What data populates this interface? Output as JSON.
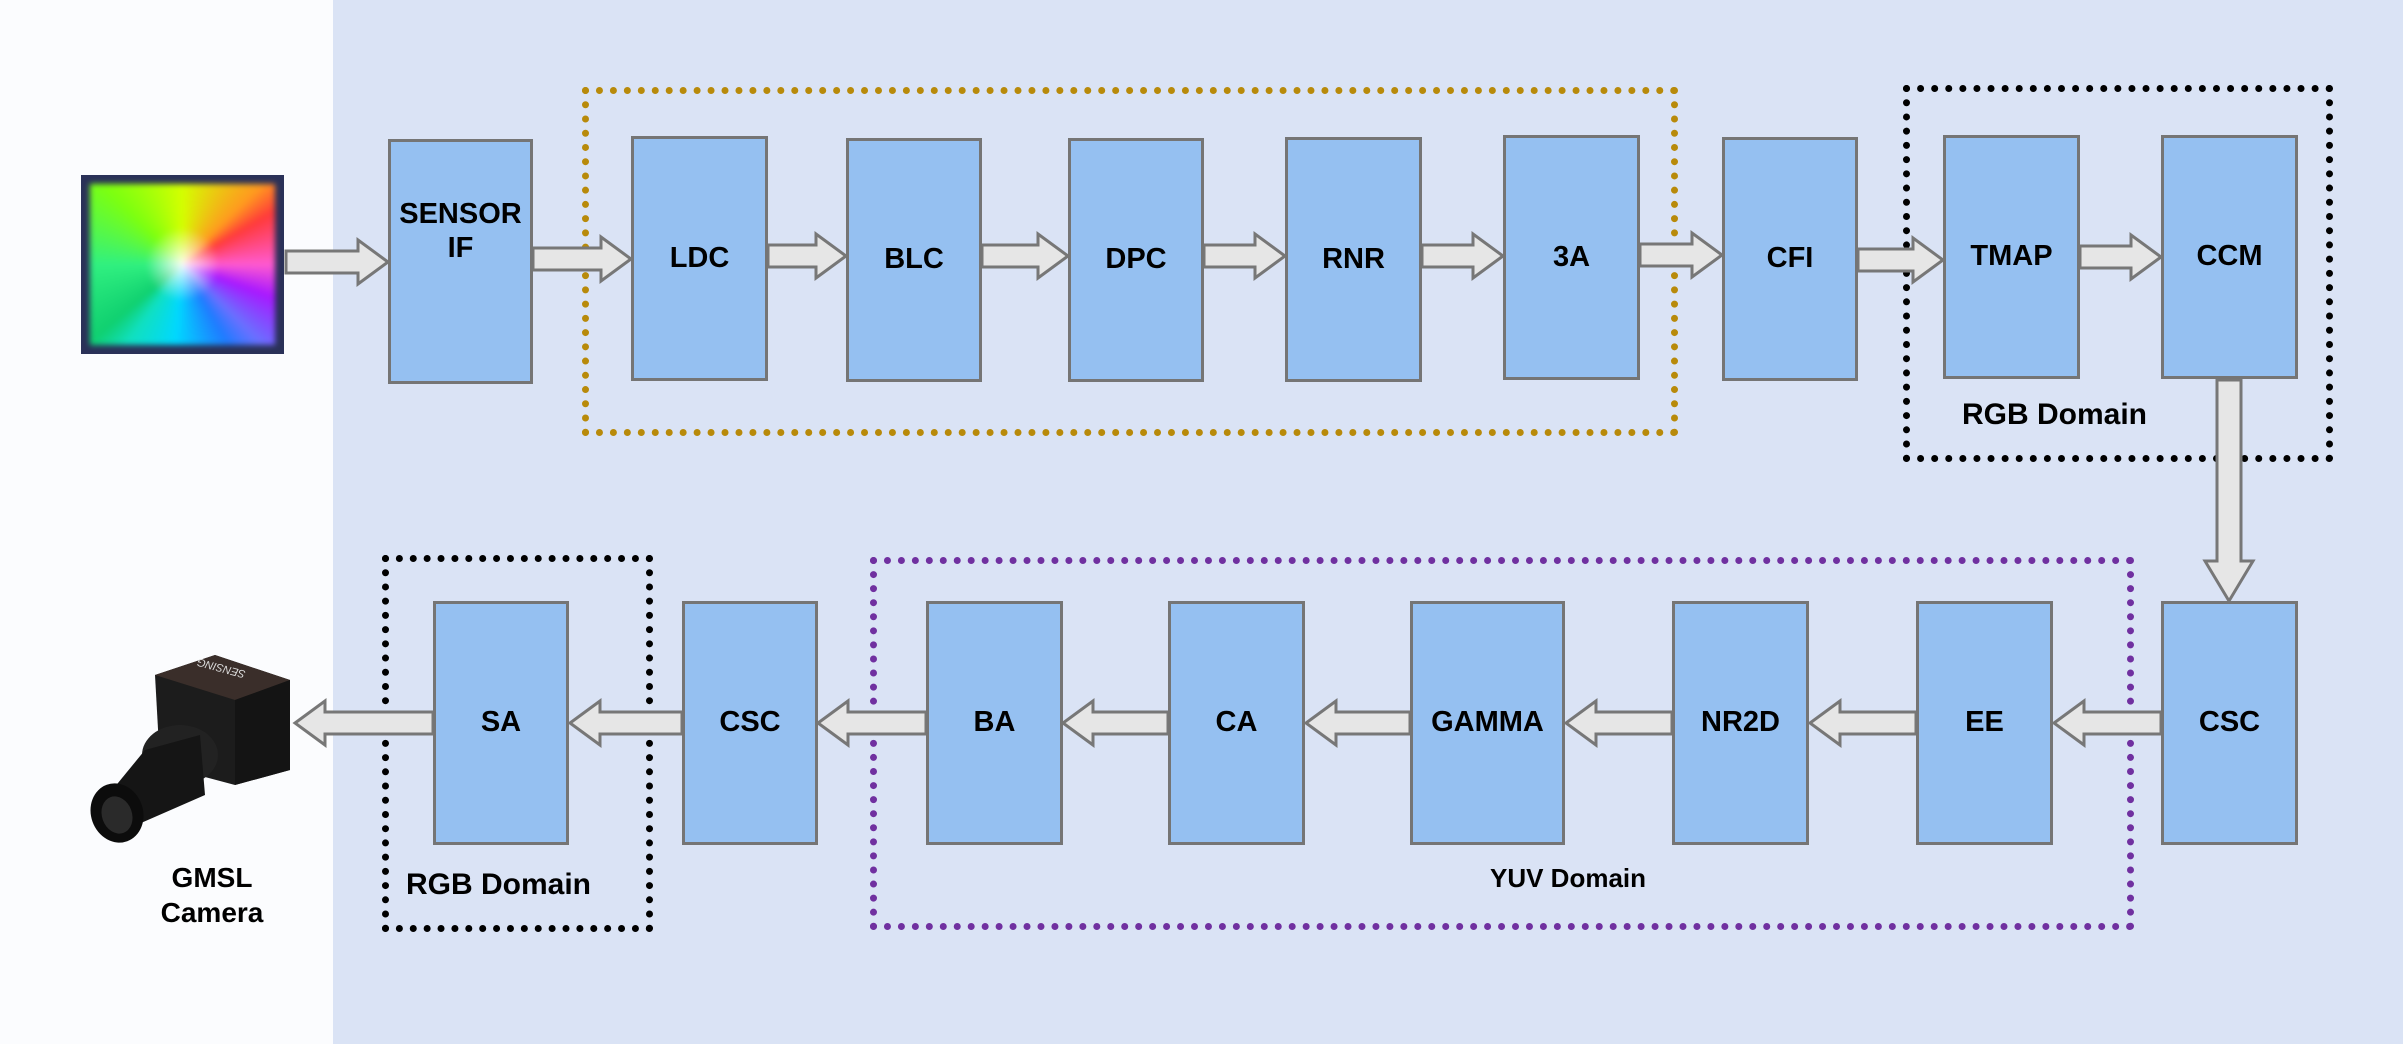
{
  "diagram": {
    "input": {
      "icon": "color-sensor-image"
    },
    "top_row": [
      "SENSOR\nIF",
      "LDC",
      "BLC",
      "DPC",
      "RNR",
      "3A",
      "CFI",
      "TMAP",
      "CCM"
    ],
    "bottom_row": [
      "SA",
      "CSC",
      "BA",
      "CA",
      "GAMMA",
      "NR2D",
      "EE",
      "CSC"
    ],
    "groups": {
      "raw_group": {
        "label": "",
        "color": "#b88a0a"
      },
      "rgb_top": {
        "label": "RGB Domain",
        "color": "#000000"
      },
      "yuv": {
        "label": "YUV Domain",
        "color": "#7030a0"
      },
      "rgb_bottom": {
        "label": "RGB Domain",
        "color": "#000000"
      }
    },
    "output": {
      "label_line1": "GMSL",
      "label_line2": "Camera",
      "brand": "SENSING",
      "icon": "camera-icon"
    },
    "colors": {
      "block_fill": "#95c0f1",
      "block_border": "#757575",
      "arrow_fill": "#e6e6e6",
      "panel_bg": "#dae3f5"
    }
  }
}
